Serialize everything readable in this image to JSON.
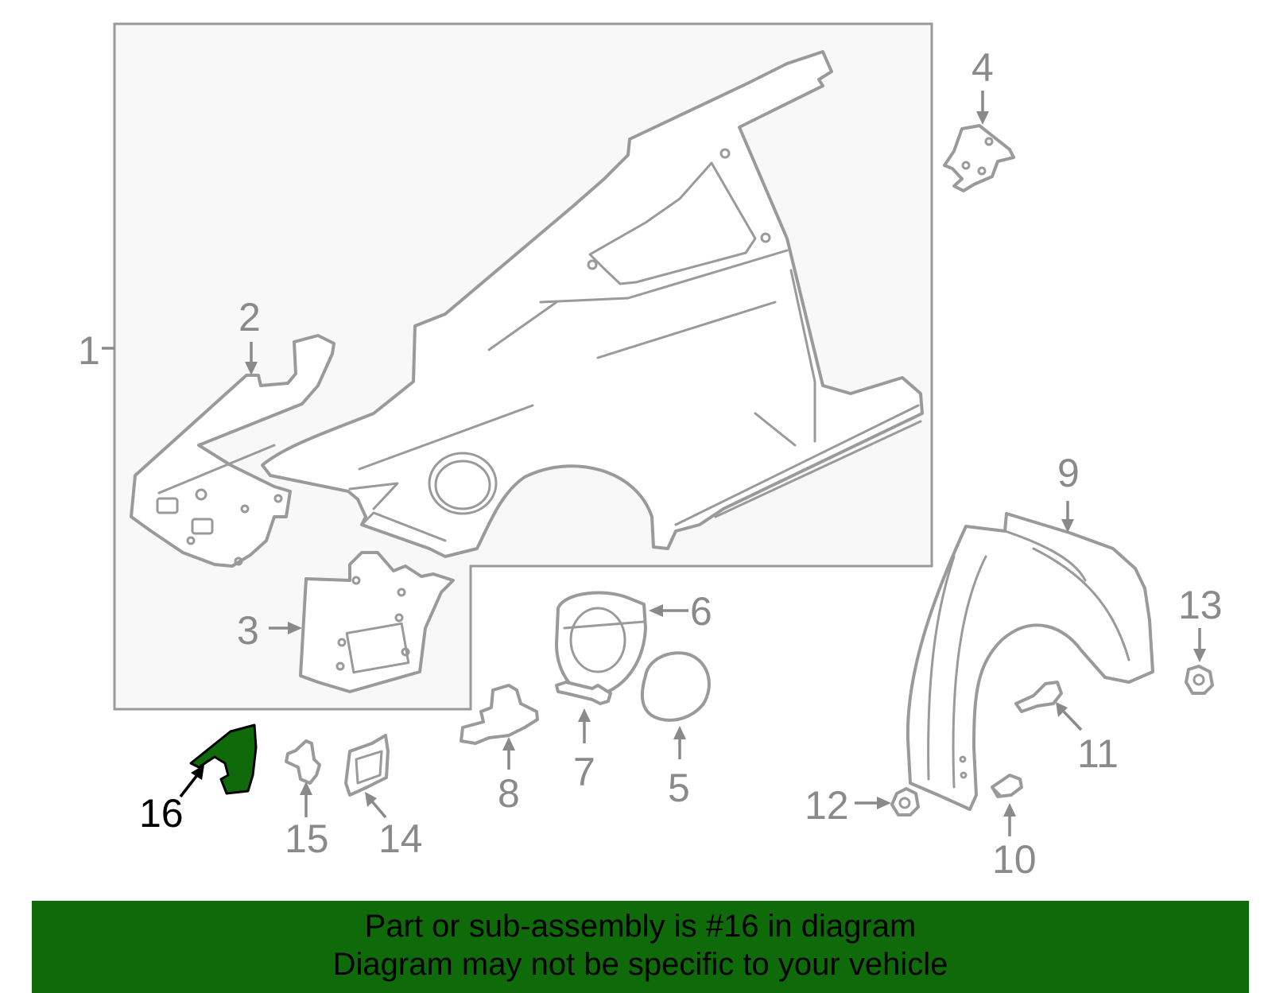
{
  "colors": {
    "highlight_part": "#0f6a0a",
    "banner_background": "#0f6a0a",
    "line_art": "#9a9a9a",
    "callout_text": "#8a8a8a",
    "highlight_callout_text": "#000000"
  },
  "callouts": {
    "c1": "1",
    "c2": "2",
    "c3": "3",
    "c4": "4",
    "c5": "5",
    "c6": "6",
    "c7": "7",
    "c8": "8",
    "c9": "9",
    "c10": "10",
    "c11": "11",
    "c12": "12",
    "c13": "13",
    "c14": "14",
    "c15": "15",
    "c16": "16"
  },
  "highlighted_part": "16",
  "banner": {
    "line1": "Part or sub-assembly is #16 in diagram",
    "line2": "Diagram may not be specific to your vehicle"
  }
}
